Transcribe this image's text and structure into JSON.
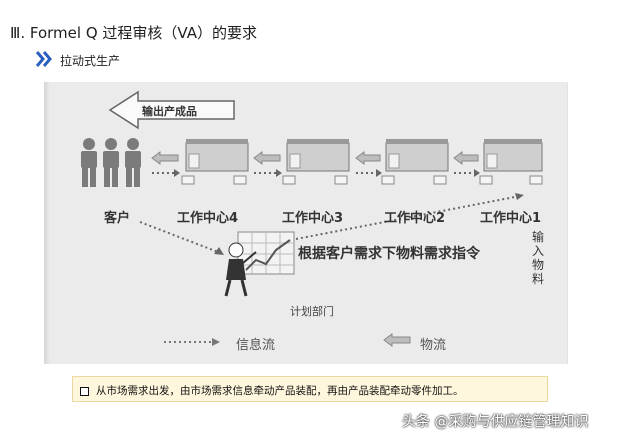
{
  "heading": "Ⅲ. Formel Q 过程审核（VA）的要求",
  "subheading": {
    "icon": "double-chevron-icon",
    "label": "拉动式生产",
    "accent_color": "#2a5fbf"
  },
  "figure": {
    "outflow_label": "输出产成品",
    "customer_label": "客户",
    "centers": [
      "工作中心4",
      "工作中心3",
      "工作中心2",
      "工作中心1"
    ],
    "kanban_text": "根据客户需求下物料需求指令",
    "input_label": "输入物料",
    "planning_label": "计划部门",
    "legend_info": "信息流",
    "legend_flow": "物流"
  },
  "note": "从市场需求出发，由市场需求信息牵动产品装配，再由产品装配牵动零件加工。",
  "watermark": "头条 @采购与供应链管理知识"
}
